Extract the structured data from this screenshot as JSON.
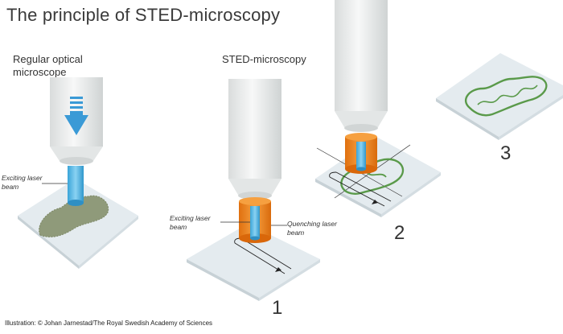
{
  "title": "The principle of STED-microscopy",
  "headings": {
    "regular": "Regular optical microscope",
    "sted": "STED-microscopy"
  },
  "labels": {
    "exciting_left": "Exciting laser beam",
    "exciting_center": "Exciting laser beam",
    "quenching": "Quenching laser beam"
  },
  "steps": [
    "1",
    "2",
    "3"
  ],
  "credit": "Illustration: © Johan Jarnestad/The Royal Swedish Academy of Sciences",
  "colors": {
    "excitation_beam": "#4bb6e6",
    "quenching_beam": "#f08a1c",
    "sample_blob": "#8f9a7a",
    "mitochondrion": "#5a9a4a",
    "slide": "#e4ebef",
    "objective": "#eef0f0",
    "arrow": "#3a9ad6"
  }
}
